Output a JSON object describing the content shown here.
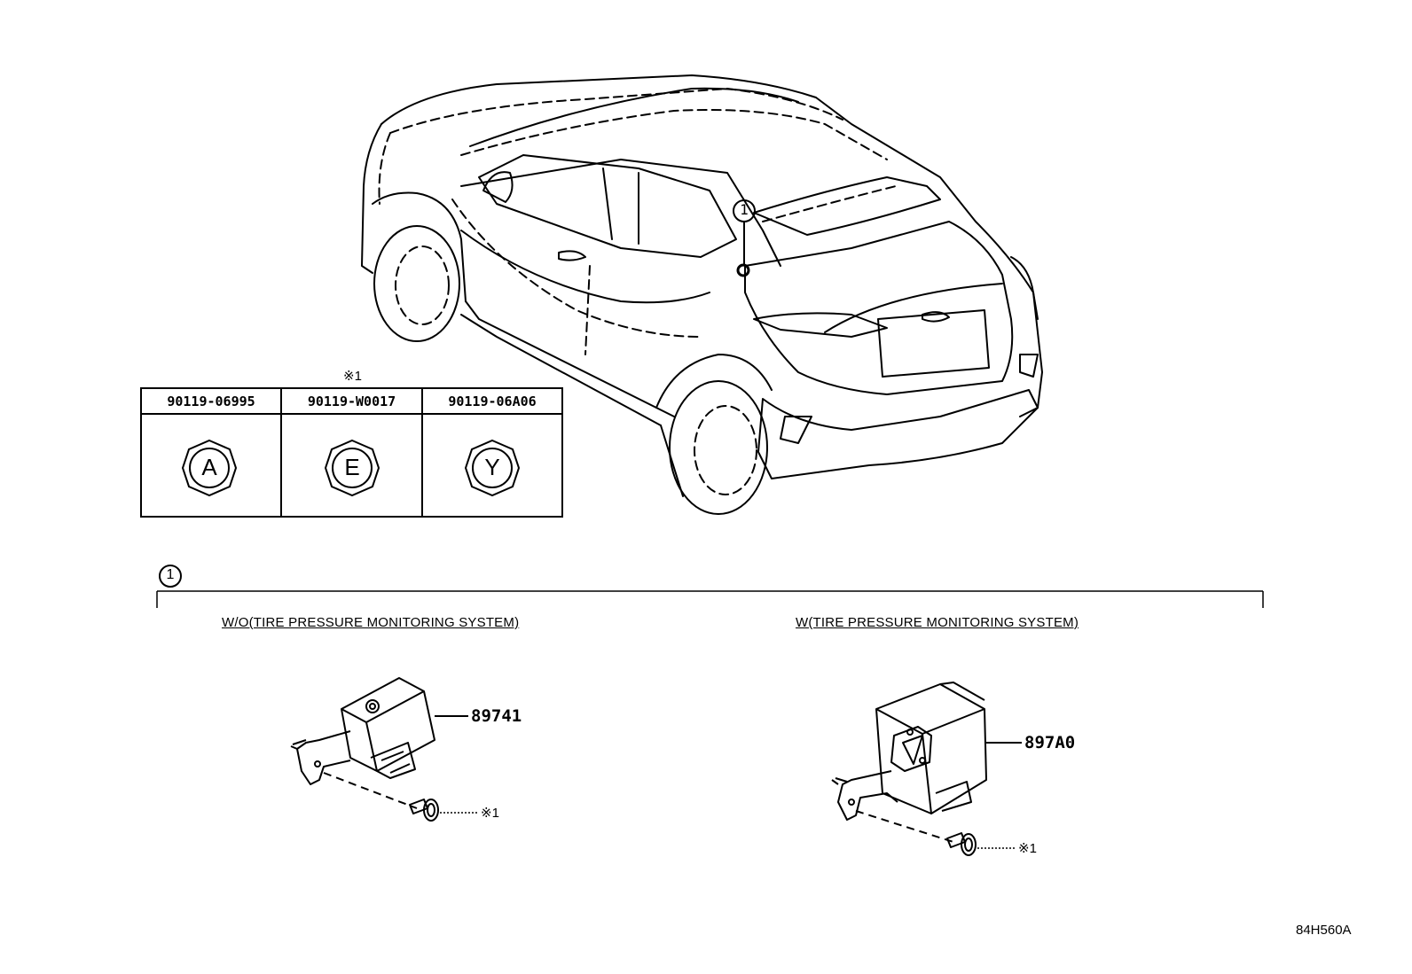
{
  "car": {
    "callout_ref": "1"
  },
  "fastener_table": {
    "note_mark": "※1",
    "columns": [
      {
        "part_number": "90119-06995",
        "letter": "A"
      },
      {
        "part_number": "90119-W0017",
        "letter": "E"
      },
      {
        "part_number": "90119-06A06",
        "letter": "Y"
      }
    ]
  },
  "detail": {
    "ref": "1",
    "left": {
      "variant": "W/O(TIRE PRESSURE MONITORING SYSTEM)",
      "part_number": "89741",
      "bolt_mark": "※1"
    },
    "right": {
      "variant": "W(TIRE PRESSURE MONITORING SYSTEM)",
      "part_number": "897A0",
      "bolt_mark": "※1"
    }
  },
  "diagram_code": "84H560A",
  "colors": {
    "line": "#000000",
    "background": "#ffffff"
  }
}
